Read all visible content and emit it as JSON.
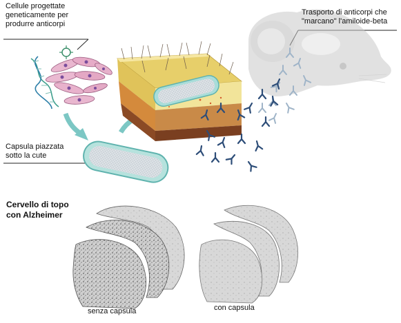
{
  "top_labels": {
    "cells": [
      "Cellule progettate",
      "geneticamente per",
      "produrre anticorpi"
    ],
    "transport": [
      "Trasporto di anticorpi che",
      "\"marcano\" l'amiloide-beta"
    ],
    "capsule": [
      "Capsula piazzata",
      "sotto la cute"
    ]
  },
  "brain_section": {
    "title": [
      "Cervello di topo",
      "con Alzheimer"
    ],
    "without_capsule": "senza capsula",
    "with_capsule": "con capsula"
  }
}
